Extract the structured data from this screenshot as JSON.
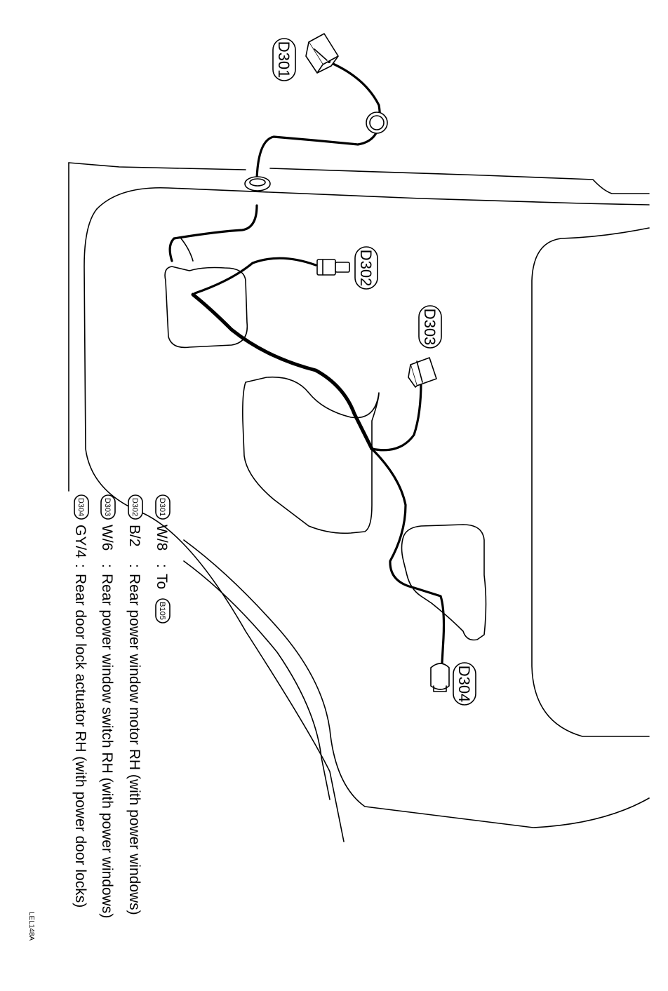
{
  "connectors": [
    {
      "id": "D301",
      "label": "D301"
    },
    {
      "id": "D302",
      "label": "D302"
    },
    {
      "id": "D303",
      "label": "D303"
    },
    {
      "id": "D304",
      "label": "D304"
    }
  ],
  "legend": [
    {
      "code": "D301",
      "wire": "W/8",
      "sep": ":",
      "desc": "To",
      "ref": "B105"
    },
    {
      "code": "D302",
      "wire": "B/2",
      "sep": ":",
      "desc": "Rear power window motor RH (with power windows)"
    },
    {
      "code": "D303",
      "wire": "W/6",
      "sep": ":",
      "desc": "Rear power window switch RH (with power windows)"
    },
    {
      "code": "D304",
      "wire": "GY/4",
      "sep": ":",
      "desc": "Rear door lock actuator RH (with power door locks)"
    }
  ],
  "figure_code": "LEL148A"
}
